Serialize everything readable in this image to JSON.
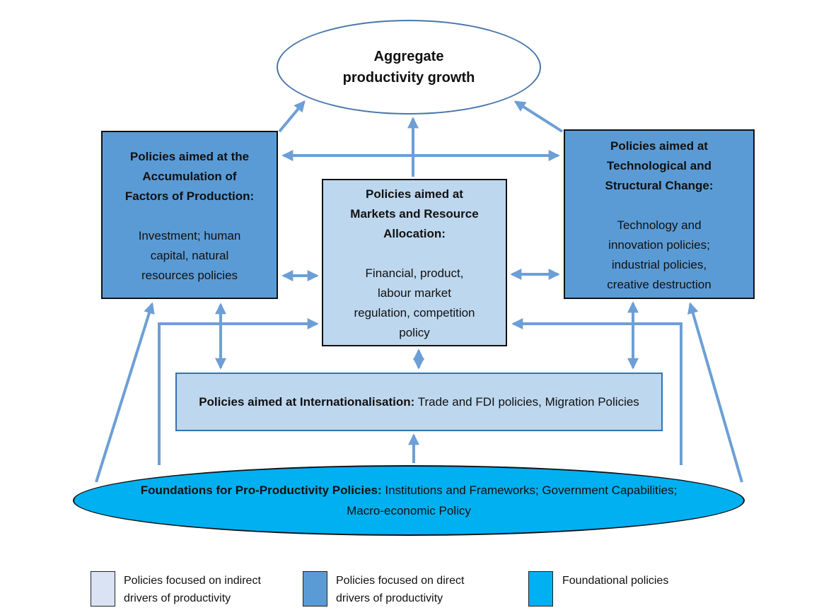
{
  "colors": {
    "direct_fill": "#5B9BD5",
    "indirect_fill": "#BDD7EE",
    "foundational_fill": "#00B0F0",
    "legend_indirect_fill": "#DAE3F3",
    "arrow": "#6D9FD6",
    "box_border": "#111111",
    "ellipse_border": "#4876AC",
    "intl_border": "#2E75B6"
  },
  "nodes": {
    "aggregate": {
      "title": "Aggregate\nproductivity growth"
    },
    "factors": {
      "title": "Policies aimed at the\nAccumulation of\nFactors of Production:",
      "body": "Investment; human\ncapital, natural\nresources policies"
    },
    "markets": {
      "title": "Policies aimed at\nMarkets and Resource\nAllocation:",
      "body": "Financial, product,\nlabour market\nregulation, competition\npolicy"
    },
    "tech": {
      "title": "Policies aimed at\nTechnological and\nStructural Change:",
      "body": "Technology and\ninnovation policies;\nindustrial policies,\ncreative destruction"
    },
    "internationalisation": {
      "title": "Policies aimed at Internationalisation:",
      "body": " Trade and FDI policies, Migration Policies"
    },
    "foundations": {
      "title": "Foundations for Pro-Productivity Policies:",
      "body": " Institutions and Frameworks; Government Capabilities; Macro-economic Policy"
    }
  },
  "legend": {
    "items": [
      {
        "label": "Policies focused on indirect\ndrivers of productivity"
      },
      {
        "label": "Policies focused on direct\ndrivers of productivity"
      },
      {
        "label": "Foundational policies"
      }
    ]
  }
}
